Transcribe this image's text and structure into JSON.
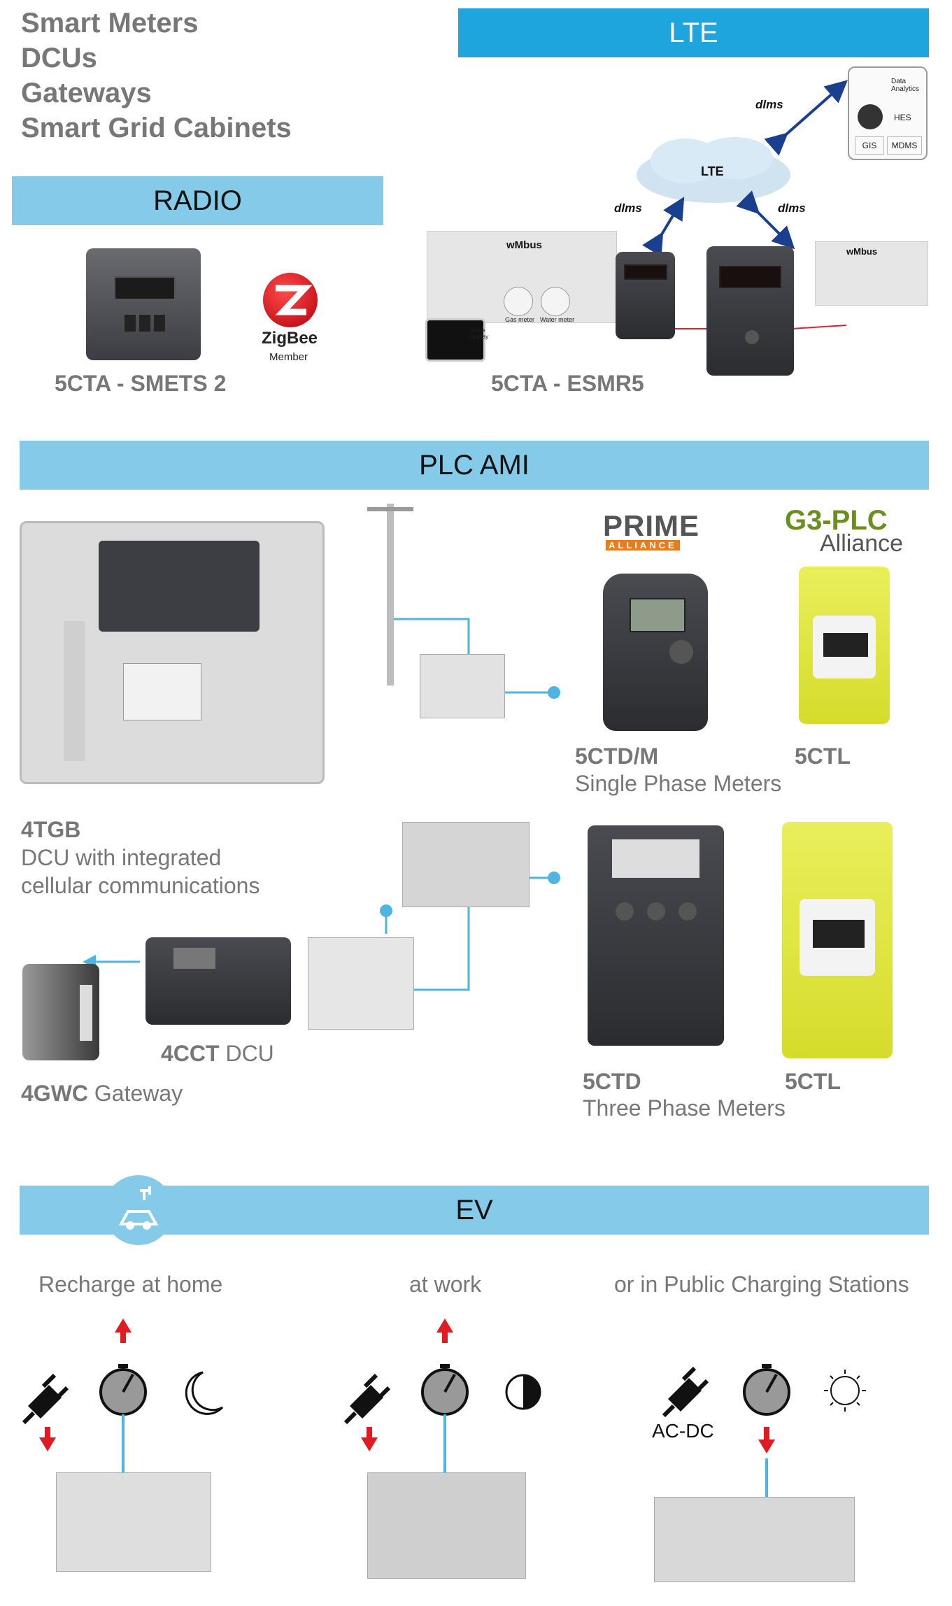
{
  "header": {
    "categories": [
      "Smart Meters",
      "DCUs",
      "Gateways",
      "Smart Grid Cabinets"
    ]
  },
  "sections": {
    "radio": "RADIO",
    "lte": "LTE",
    "plc": "PLC AMI",
    "ev": "EV"
  },
  "radio": {
    "device_label": "5CTA - SMETS 2",
    "zigbee_logo": "ZigBee",
    "zigbee_member": "Member"
  },
  "lte_diagram": {
    "cloud_label": "LTE",
    "dlms": "dlms",
    "services": [
      "Data Analytics",
      "HES",
      "GIS",
      "MDMS"
    ],
    "wmbus": "wMbus",
    "gas_meter": "Gas meter",
    "water_meter": "Water meter",
    "home_display": "Home Display",
    "device_label": "5CTA - ESMR5"
  },
  "plc": {
    "prime_logo": "PRIME",
    "prime_sub": "ALLIANCE",
    "g3_logo": "G3-PLC",
    "g3_sub": "Alliance",
    "dcu_name": "4TGB",
    "dcu_desc_1": "DCU with integrated",
    "dcu_desc_2": "cellular communications",
    "single_1": "5CTD/M",
    "single_2": "5CTL",
    "single_caption": "Single Phase Meters",
    "three_1": "5CTD",
    "three_2": "5CTL",
    "three_caption": "Three Phase Meters",
    "cct_name": "4CCT",
    "cct_suffix": "DCU",
    "gwc_name": "4GWC",
    "gwc_suffix": "Gateway"
  },
  "ev": {
    "col1": "Recharge at home",
    "col2": "at work",
    "col3": "or in Public Charging Stations",
    "acdc": "AC-DC"
  },
  "colors": {
    "band": "#85cbe9",
    "band_lte": "#1ea5dd",
    "line": "#4fb4e0",
    "arrow_red": "#e11b22"
  }
}
